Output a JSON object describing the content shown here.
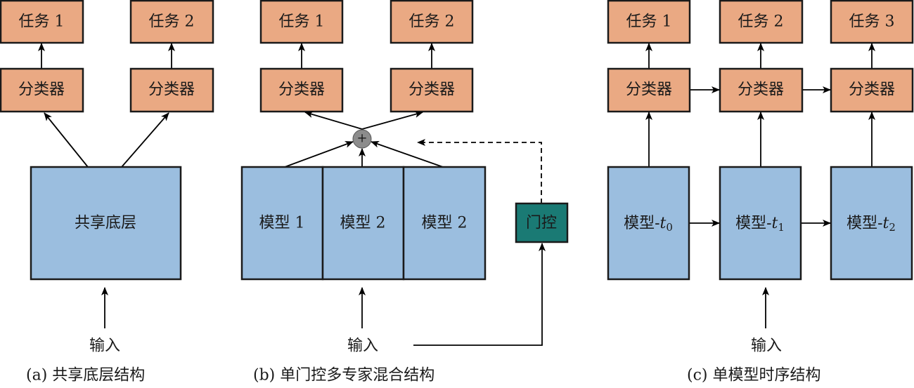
{
  "panel_a": {
    "tasks": [
      "任务 1",
      "任务 2"
    ],
    "classifier": "分类器",
    "base": "共享底层",
    "input": "输入",
    "caption": "(a)  共享底层结构"
  },
  "panel_b": {
    "tasks": [
      "任务 1",
      "任务 2"
    ],
    "classifier": "分类器",
    "models": [
      "模型 1",
      "模型 2",
      "模型 2"
    ],
    "gate": "门控",
    "combine_symbol": "+",
    "input": "输入",
    "caption": "(b)  单门控多专家混合结构"
  },
  "panel_c": {
    "tasks": [
      "任务 1",
      "任务 2",
      "任务 3"
    ],
    "classifier": "分类器",
    "model_prefix": "模型-",
    "model_var": "t",
    "model_subs": [
      "0",
      "1",
      "2"
    ],
    "input": "输入",
    "caption": "(c)  单模型时序结构"
  },
  "colors": {
    "task_fill": "#eaa983",
    "model_fill": "#9bbedf",
    "gate_fill": "#1a7a74",
    "combine_fill": "#8c8c8c"
  }
}
